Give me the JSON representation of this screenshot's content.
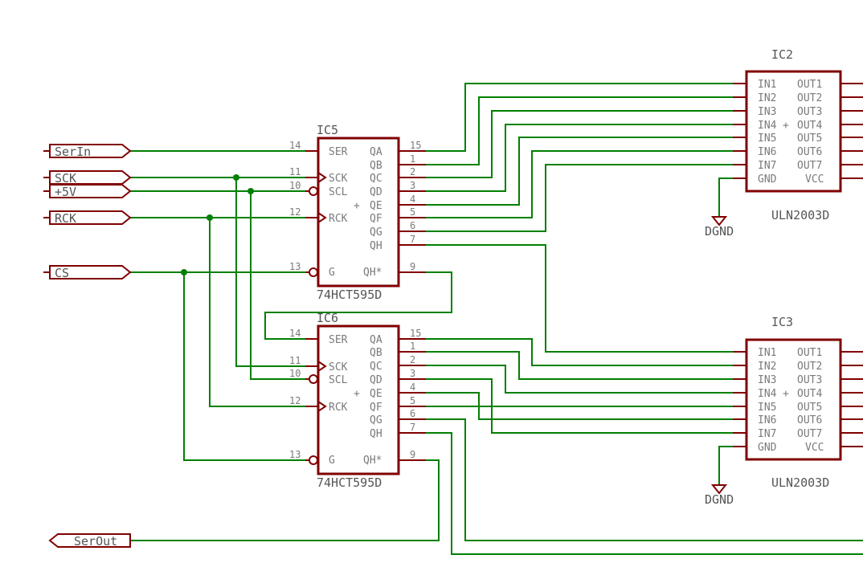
{
  "colors": {
    "wire": "#008000",
    "part": "#800000",
    "text": "#7a7a7a"
  },
  "ports": {
    "serin": "SerIn",
    "sck": "SCK",
    "p5v": "+5V",
    "rck": "RCK",
    "cs": "CS",
    "serout": "SerOut"
  },
  "shift_registers": [
    {
      "name": "IC5",
      "value": "74HCT595D",
      "left_pins": [
        {
          "num": "14",
          "label": "SER"
        },
        {
          "num": "11",
          "label": "SCK"
        },
        {
          "num": "10",
          "label": "SCL"
        },
        {
          "num": "12",
          "label": "RCK"
        },
        {
          "num": "13",
          "label": "G"
        }
      ],
      "right_pins": [
        {
          "num": "15",
          "label": "QA"
        },
        {
          "num": "1",
          "label": "QB"
        },
        {
          "num": "2",
          "label": "QC"
        },
        {
          "num": "3",
          "label": "QD"
        },
        {
          "num": "4",
          "label": "QE"
        },
        {
          "num": "5",
          "label": "QF"
        },
        {
          "num": "6",
          "label": "QG"
        },
        {
          "num": "7",
          "label": "QH"
        },
        {
          "num": "9",
          "label": "QH*"
        }
      ]
    },
    {
      "name": "IC6",
      "value": "74HCT595D",
      "left_pins": [
        {
          "num": "14",
          "label": "SER"
        },
        {
          "num": "11",
          "label": "SCK"
        },
        {
          "num": "10",
          "label": "SCL"
        },
        {
          "num": "12",
          "label": "RCK"
        },
        {
          "num": "13",
          "label": "G"
        }
      ],
      "right_pins": [
        {
          "num": "15",
          "label": "QA"
        },
        {
          "num": "1",
          "label": "QB"
        },
        {
          "num": "2",
          "label": "QC"
        },
        {
          "num": "3",
          "label": "QD"
        },
        {
          "num": "4",
          "label": "QE"
        },
        {
          "num": "5",
          "label": "QF"
        },
        {
          "num": "6",
          "label": "QG"
        },
        {
          "num": "7",
          "label": "QH"
        },
        {
          "num": "9",
          "label": "QH*"
        }
      ]
    }
  ],
  "drivers": [
    {
      "name": "IC2",
      "value": "ULN2003D",
      "left_labels": [
        "IN1",
        "IN2",
        "IN3",
        "IN4",
        "IN5",
        "IN6",
        "IN7",
        "GND"
      ],
      "right_labels": [
        "OUT1",
        "OUT2",
        "OUT3",
        "OUT4",
        "OUT5",
        "OUT6",
        "OUT7",
        "VCC"
      ],
      "ground": "DGND"
    },
    {
      "name": "IC3",
      "value": "ULN2003D",
      "left_labels": [
        "IN1",
        "IN2",
        "IN3",
        "IN4",
        "IN5",
        "IN6",
        "IN7",
        "GND"
      ],
      "right_labels": [
        "OUT1",
        "OUT2",
        "OUT3",
        "OUT4",
        "OUT5",
        "OUT6",
        "OUT7",
        "VCC"
      ],
      "ground": "DGND"
    }
  ],
  "plus_mark": "+"
}
